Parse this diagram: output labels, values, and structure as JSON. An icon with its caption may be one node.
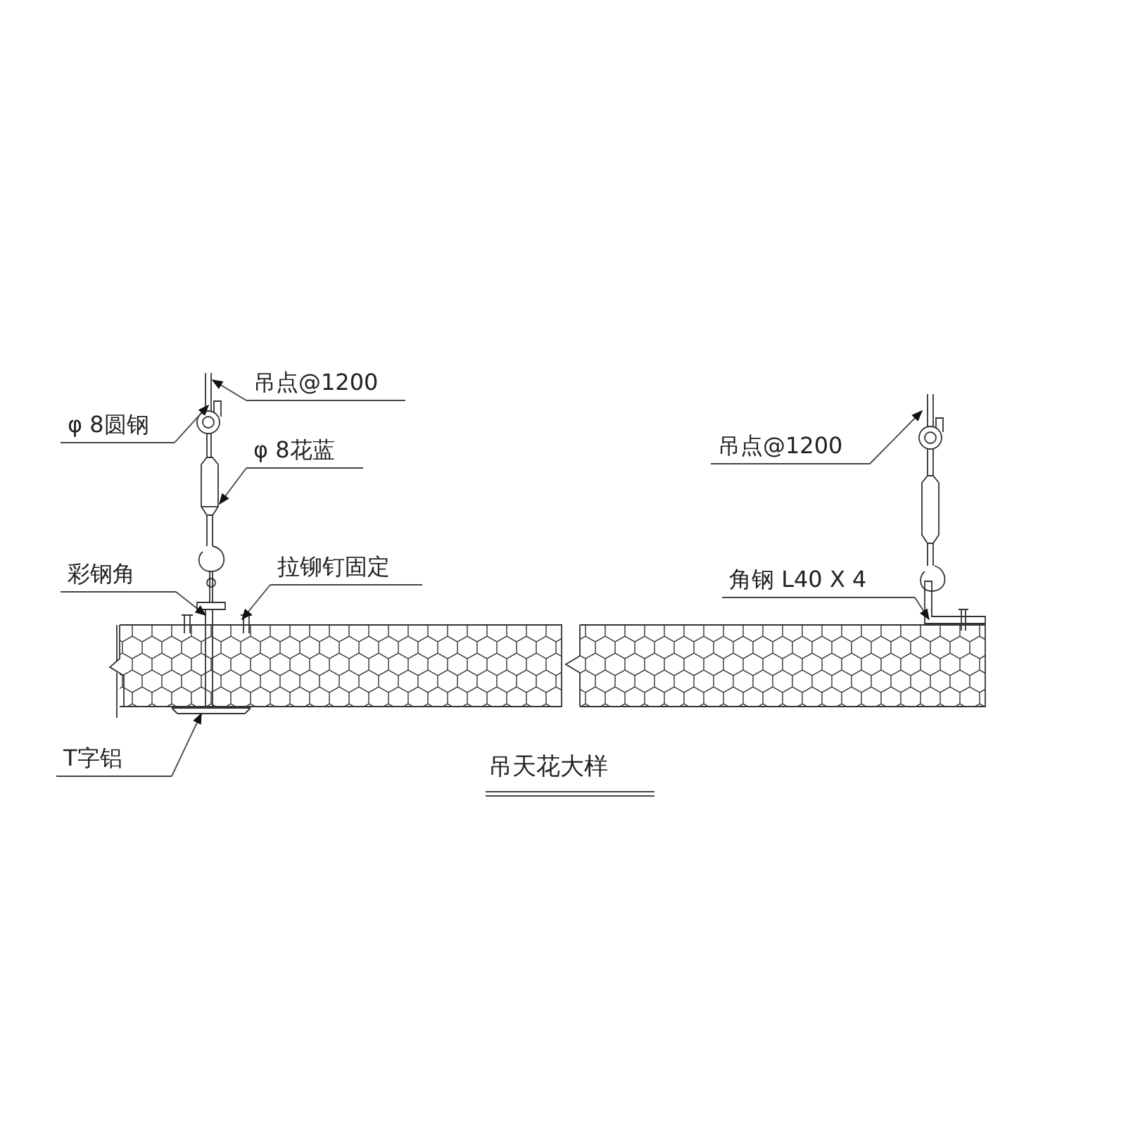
{
  "diagram": {
    "title": "吊天花大样",
    "nodes": [
      {
        "text": [
          "吊点@1200"
        ]
      },
      {
        "text": [
          "φ 8圆钢"
        ]
      },
      {
        "text": [
          "φ 8花蓝"
        ]
      },
      {
        "text": [
          "彩钢角"
        ]
      },
      {
        "text": [
          "拉铆钉固定"
        ]
      },
      {
        "text": [
          "T字铝"
        ]
      },
      {
        "text": [
          "吊点@1200"
        ]
      },
      {
        "text": [
          "角钢 L40 X 4"
        ]
      }
    ],
    "edges": [
      {
        "from": 0,
        "to": null,
        "arrow": "to"
      },
      {
        "from": 1,
        "to": null,
        "arrow": "to"
      },
      {
        "from": 2,
        "to": null,
        "arrow": "to"
      },
      {
        "from": 3,
        "to": null,
        "arrow": "to"
      },
      {
        "from": 4,
        "to": null,
        "arrow": "to"
      },
      {
        "from": 5,
        "to": null,
        "arrow": "to"
      },
      {
        "from": 6,
        "to": null,
        "arrow": "to"
      },
      {
        "from": 7,
        "to": null,
        "arrow": "to"
      }
    ]
  }
}
